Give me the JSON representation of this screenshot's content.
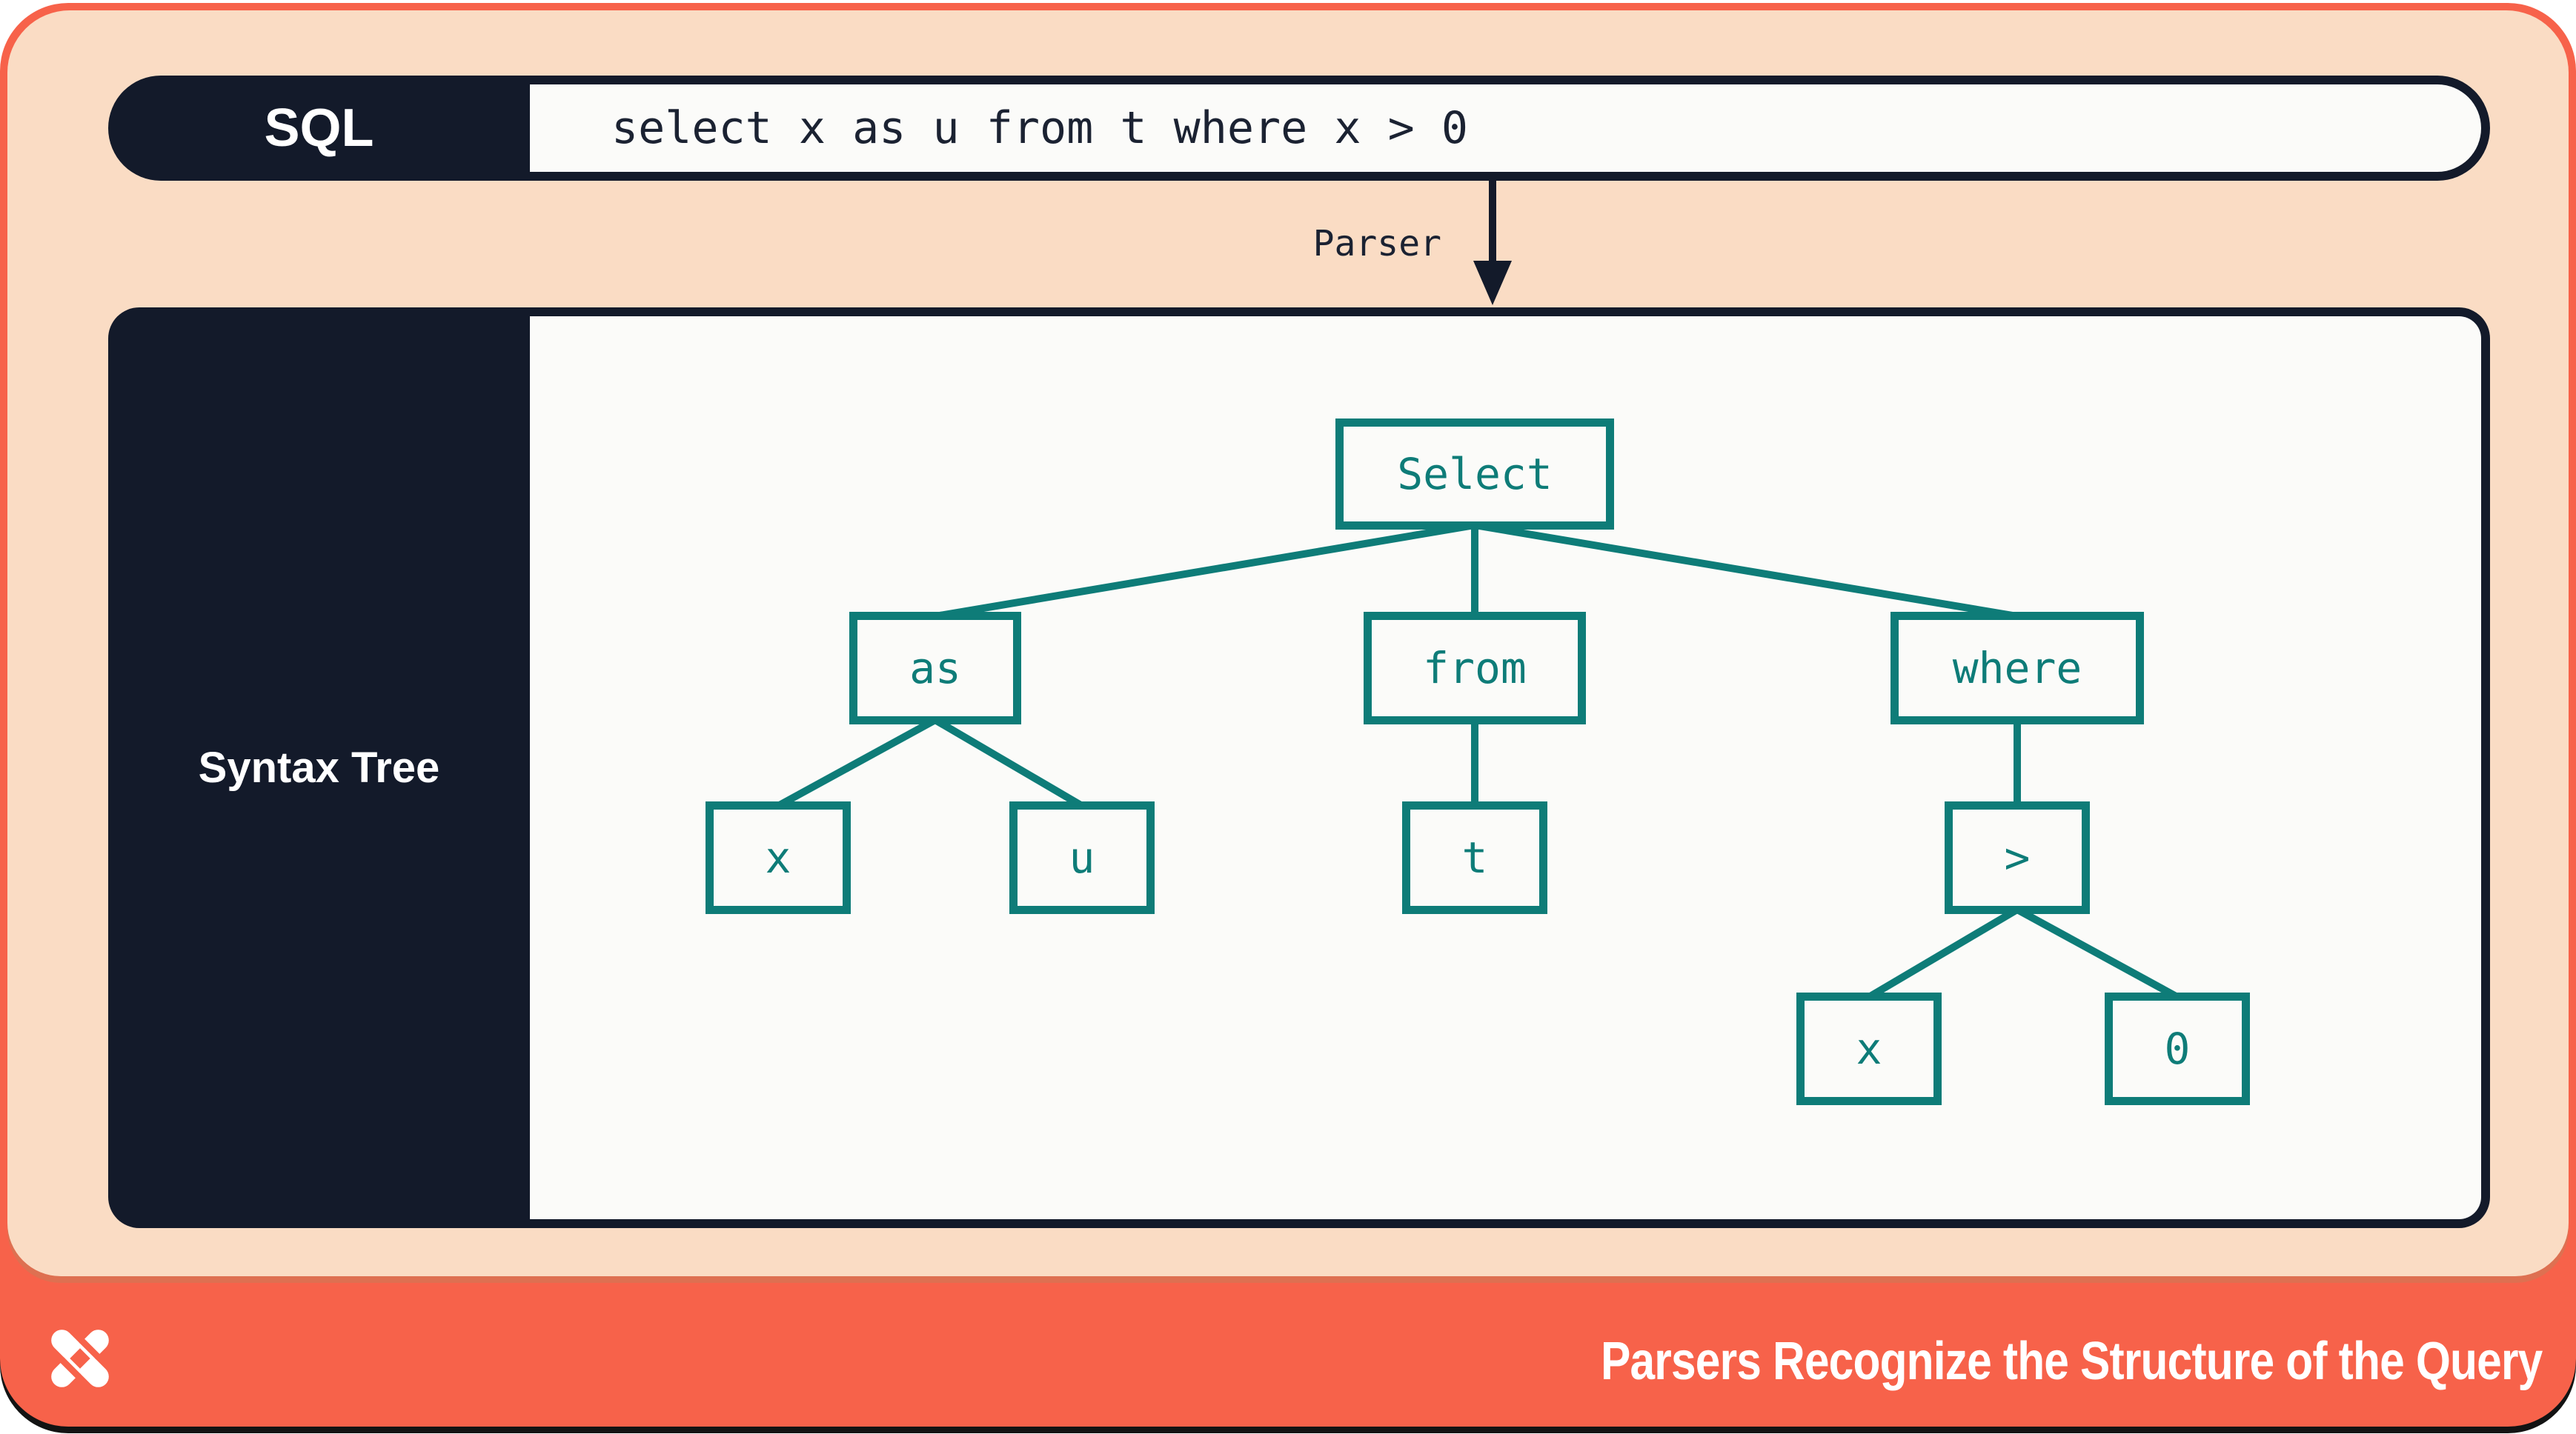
{
  "sql_panel": {
    "label": "SQL",
    "query": "select x as u from t where x > 0"
  },
  "parser": {
    "label": "Parser"
  },
  "tree_panel": {
    "label": "Syntax Tree"
  },
  "tree": {
    "nodes": [
      {
        "id": "select",
        "label": "Select"
      },
      {
        "id": "as",
        "label": "as"
      },
      {
        "id": "from",
        "label": "from"
      },
      {
        "id": "where",
        "label": "where"
      },
      {
        "id": "x1",
        "label": "x"
      },
      {
        "id": "u",
        "label": "u"
      },
      {
        "id": "t",
        "label": "t"
      },
      {
        "id": "gt",
        "label": ">"
      },
      {
        "id": "x2",
        "label": "x"
      },
      {
        "id": "zero",
        "label": "0"
      }
    ],
    "edges": [
      [
        "select",
        "as"
      ],
      [
        "select",
        "from"
      ],
      [
        "select",
        "where"
      ],
      [
        "as",
        "x1"
      ],
      [
        "as",
        "u"
      ],
      [
        "from",
        "t"
      ],
      [
        "where",
        "gt"
      ],
      [
        "gt",
        "x2"
      ],
      [
        "gt",
        "zero"
      ]
    ]
  },
  "footer": {
    "title": "Parsers Recognize the Structure of the Query",
    "logo": "four-point-star-x-logo"
  },
  "colors": {
    "coral": "#f7624a",
    "peach": "#fadcc4",
    "navy": "#131a2a",
    "teal": "#0e7c78",
    "panel_white": "#fbfbf9"
  }
}
